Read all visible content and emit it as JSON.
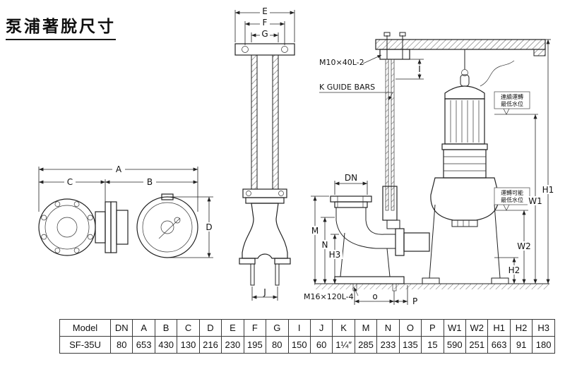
{
  "title": "泵浦著脫尺寸",
  "drawing": {
    "dims": {
      "A": "A",
      "B": "B",
      "C": "C",
      "D": "D",
      "E": "E",
      "F": "F",
      "G": "G",
      "I": "I",
      "J": "J",
      "DN": "DN",
      "M": "M",
      "N": "N",
      "H3": "H3",
      "o": "o",
      "P": "P",
      "W1": "W1",
      "W2": "W2",
      "H1": "H1",
      "H2": "H2"
    },
    "notes": {
      "bolt_top": "M10×40L-2",
      "guide_bars": "K GUIDE BARS",
      "bolt_base": "M16×120L-4",
      "water_continuous": [
        "連續運轉",
        "最低水位"
      ],
      "water_possible": [
        "運轉可能",
        "最低水位"
      ]
    }
  },
  "table": {
    "headers": [
      "Model",
      "DN",
      "A",
      "B",
      "C",
      "D",
      "E",
      "F",
      "G",
      "I",
      "J",
      "K",
      "M",
      "N",
      "O",
      "P",
      "W1",
      "W2",
      "H1",
      "H2",
      "H3"
    ],
    "row": [
      "SF-35U",
      "80",
      "653",
      "430",
      "130",
      "216",
      "230",
      "195",
      "80",
      "150",
      "60",
      "1¼″",
      "285",
      "233",
      "135",
      "15",
      "590",
      "251",
      "663",
      "91",
      "180"
    ]
  }
}
